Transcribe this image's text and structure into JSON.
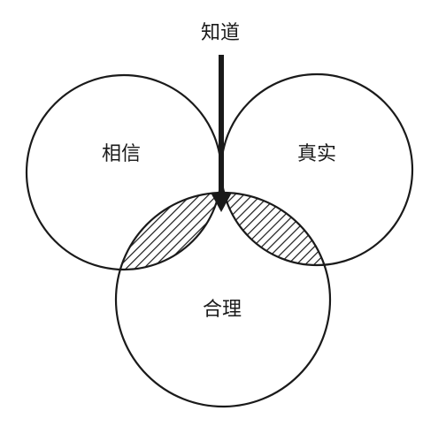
{
  "diagram": {
    "type": "venn-3",
    "top_label": "知道",
    "sets": [
      {
        "label": "相信"
      },
      {
        "label": "真实"
      },
      {
        "label": "合理"
      }
    ],
    "overlap_fill": "hatched",
    "colors": {
      "stroke": "#1a1a1a",
      "background": "#ffffff"
    }
  }
}
